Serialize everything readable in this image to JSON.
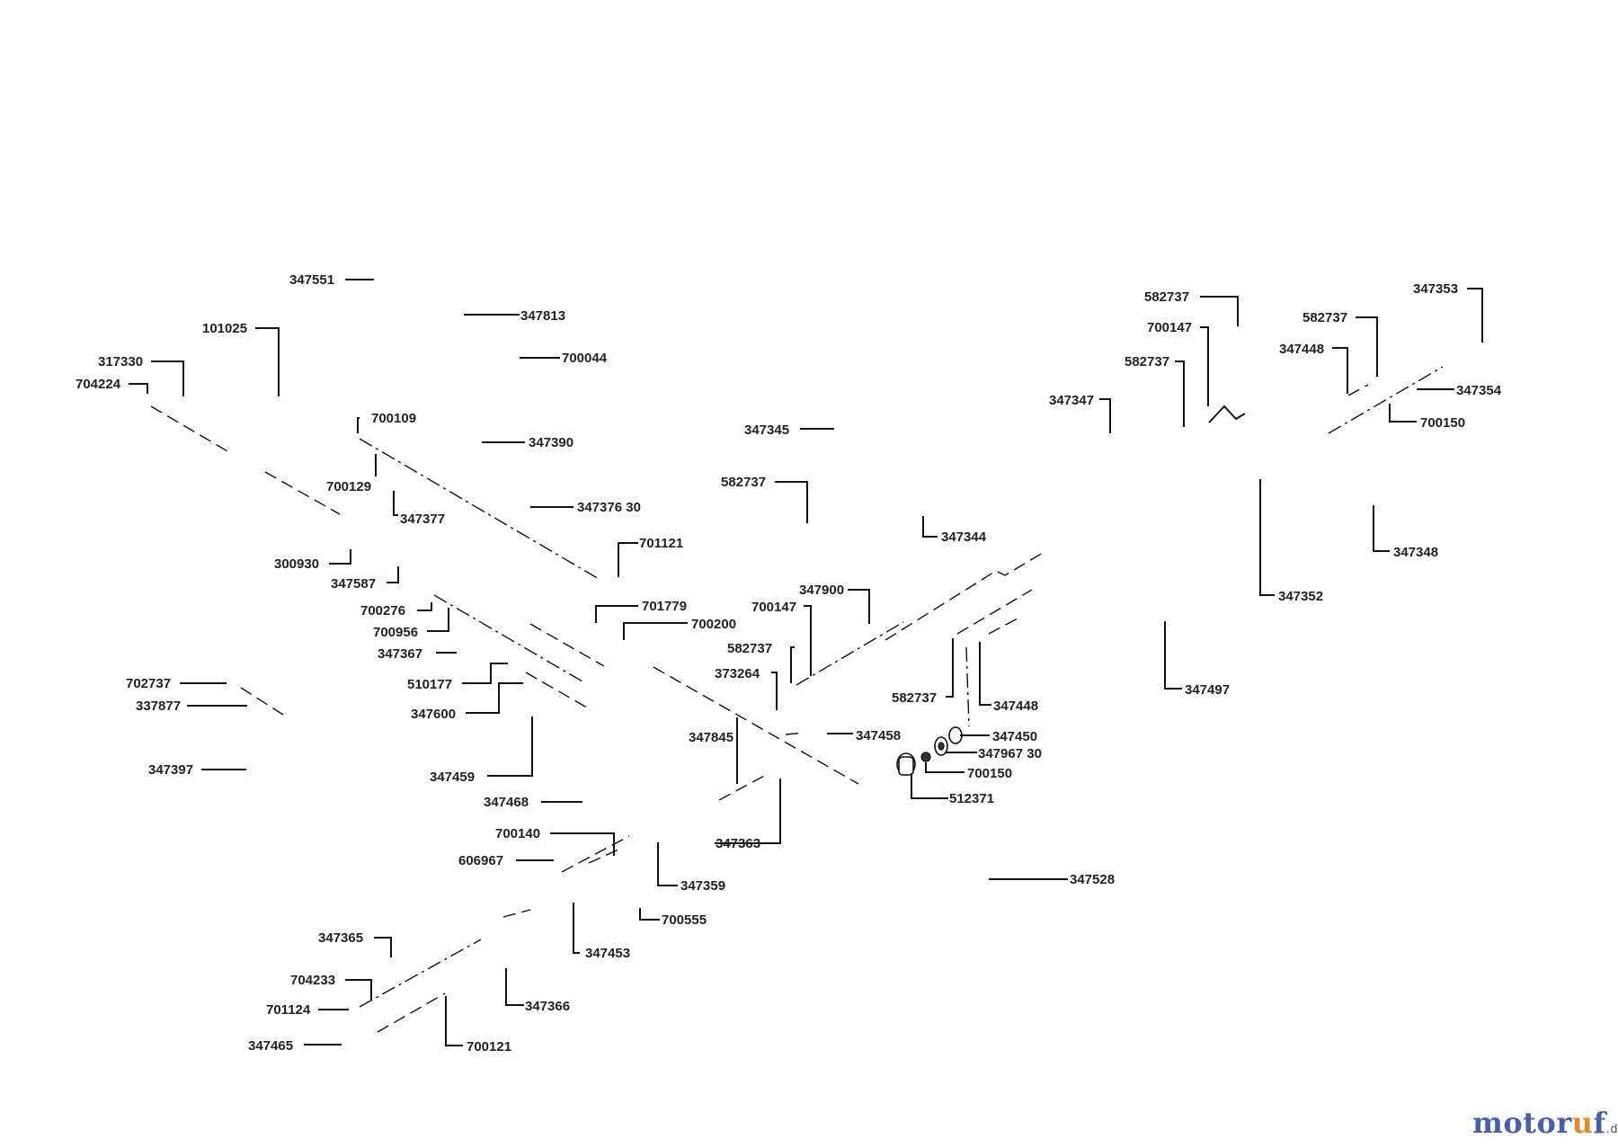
{
  "brand": {
    "name_start": "motor",
    "name_accent": "u",
    "name_end": "f",
    "tld": ".de"
  },
  "labels": [
    {
      "id": "l01",
      "text": "347551"
    },
    {
      "id": "l02",
      "text": "347813"
    },
    {
      "id": "l03",
      "text": "101025"
    },
    {
      "id": "l04",
      "text": "700044"
    },
    {
      "id": "l05",
      "text": "317330"
    },
    {
      "id": "l06",
      "text": "704224"
    },
    {
      "id": "l07",
      "text": "700109"
    },
    {
      "id": "l08",
      "text": "347390"
    },
    {
      "id": "l09",
      "text": "700129"
    },
    {
      "id": "l10",
      "text": "347377"
    },
    {
      "id": "l11",
      "text": "347376 30"
    },
    {
      "id": "l12",
      "text": "701121"
    },
    {
      "id": "l13",
      "text": "300930"
    },
    {
      "id": "l14",
      "text": "347587"
    },
    {
      "id": "l15",
      "text": "700276"
    },
    {
      "id": "l16",
      "text": "701779"
    },
    {
      "id": "l17",
      "text": "700956"
    },
    {
      "id": "l18",
      "text": "700200"
    },
    {
      "id": "l19",
      "text": "347367"
    },
    {
      "id": "l20",
      "text": "702737"
    },
    {
      "id": "l21",
      "text": "510177"
    },
    {
      "id": "l22",
      "text": "337877"
    },
    {
      "id": "l23",
      "text": "347600"
    },
    {
      "id": "l24",
      "text": "347397"
    },
    {
      "id": "l25",
      "text": "347459"
    },
    {
      "id": "l26",
      "text": "347468"
    },
    {
      "id": "l27",
      "text": "700140"
    },
    {
      "id": "l28",
      "text": "606967"
    },
    {
      "id": "l29",
      "text": "347359"
    },
    {
      "id": "l30",
      "text": "700555"
    },
    {
      "id": "l31",
      "text": "347453"
    },
    {
      "id": "l32",
      "text": "347365"
    },
    {
      "id": "l33",
      "text": "704233"
    },
    {
      "id": "l34",
      "text": "701124"
    },
    {
      "id": "l35",
      "text": "347366"
    },
    {
      "id": "l36",
      "text": "347465"
    },
    {
      "id": "l37",
      "text": "700121"
    },
    {
      "id": "l38",
      "text": "347345"
    },
    {
      "id": "l39",
      "text": "582737"
    },
    {
      "id": "l40",
      "text": "347344"
    },
    {
      "id": "l41",
      "text": "347900"
    },
    {
      "id": "l42",
      "text": "700147"
    },
    {
      "id": "l43",
      "text": "582737"
    },
    {
      "id": "l44",
      "text": "373264"
    },
    {
      "id": "l45",
      "text": "347845"
    },
    {
      "id": "l46",
      "text": "347458"
    },
    {
      "id": "l47",
      "text": "347363"
    },
    {
      "id": "l48",
      "text": "582737"
    },
    {
      "id": "l49",
      "text": "347448"
    },
    {
      "id": "l50",
      "text": "347450"
    },
    {
      "id": "l51",
      "text": "347967 30"
    },
    {
      "id": "l52",
      "text": "700150"
    },
    {
      "id": "l53",
      "text": "512371"
    },
    {
      "id": "l54",
      "text": "347528"
    },
    {
      "id": "l55",
      "text": "582737"
    },
    {
      "id": "l56",
      "text": "700147"
    },
    {
      "id": "l57",
      "text": "582737"
    },
    {
      "id": "l58",
      "text": "347347"
    },
    {
      "id": "l59",
      "text": "582737"
    },
    {
      "id": "l60",
      "text": "347448"
    },
    {
      "id": "l61",
      "text": "347353"
    },
    {
      "id": "l62",
      "text": "347354"
    },
    {
      "id": "l63",
      "text": "700150"
    },
    {
      "id": "l64",
      "text": "347352"
    },
    {
      "id": "l65",
      "text": "347348"
    },
    {
      "id": "l66",
      "text": "347497"
    }
  ]
}
